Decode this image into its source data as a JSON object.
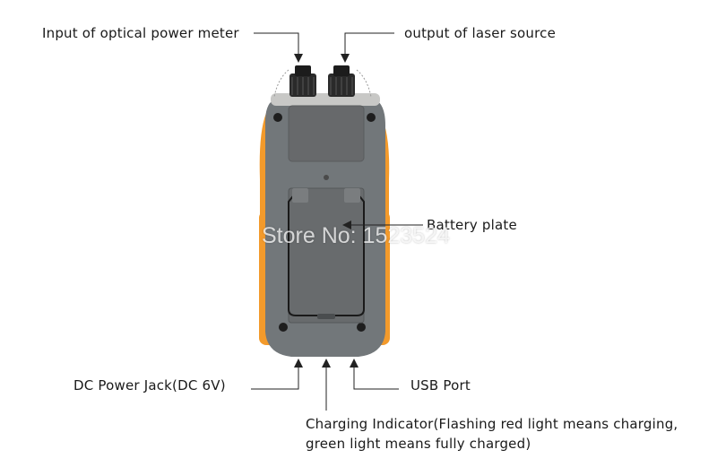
{
  "labels": {
    "input_optical_power_meter": "Input of optical power meter",
    "output_laser_source": "output of laser source",
    "battery_plate": "Battery plate",
    "dc_power_jack": "DC Power Jack(DC 6V)",
    "usb_port": "USB Port",
    "charging_indicator_line1": "Charging Indicator(Flashing red light means charging,",
    "charging_indicator_line2": "green light means fully charged)"
  },
  "watermark": "Store No: 1523524",
  "colors": {
    "body_gray": "#6f7376",
    "orange_bumper": "#f39a2b",
    "panel_gray": "#5f6366"
  }
}
